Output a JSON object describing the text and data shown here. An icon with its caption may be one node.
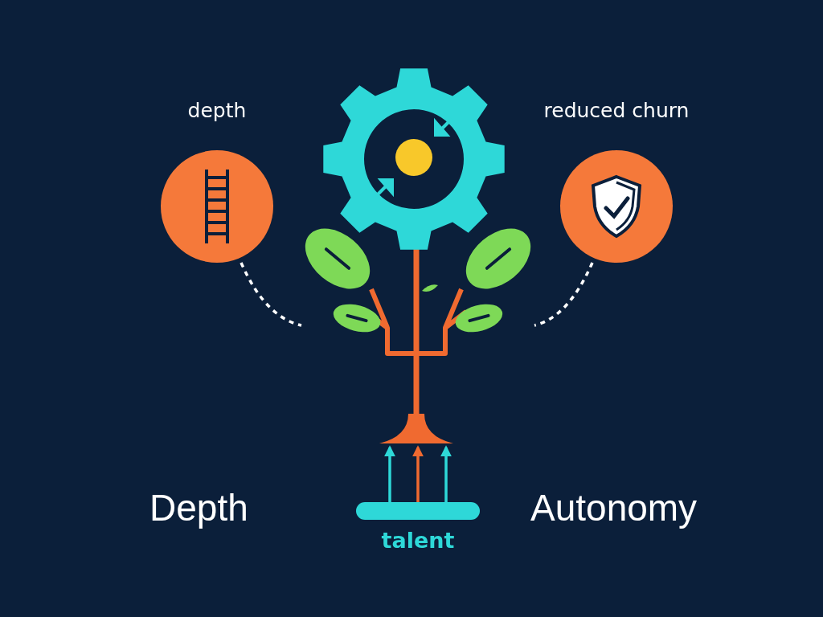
{
  "diagram": {
    "nodes": [
      {
        "text": [
          "depth"
        ]
      },
      {
        "text": [
          "reduced churn"
        ]
      },
      {
        "text": [],
        "shape": "picture"
      },
      {
        "text": [
          "talent"
        ]
      }
    ],
    "edges": [
      {
        "from": 0,
        "to": 2,
        "arrow": "none",
        "style": "dashed"
      },
      {
        "from": 1,
        "to": 2,
        "arrow": "none",
        "style": "dashed"
      },
      {
        "from": 3,
        "to": 2,
        "arrow": "to",
        "color": "#2ed8d8"
      },
      {
        "from": 3,
        "to": 2,
        "arrow": "to",
        "color": "#f06a30"
      },
      {
        "from": 3,
        "to": 2,
        "arrow": "to",
        "color": "#2ed8d8"
      }
    ],
    "labels": [
      "Depth",
      "Autonomy"
    ]
  }
}
